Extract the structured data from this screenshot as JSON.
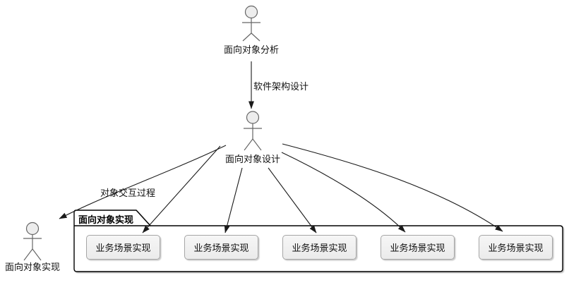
{
  "diagram_type": "uml-actor-diagram",
  "background": "#FFFFFF",
  "colors": {
    "connector": "#1A1A1A",
    "actor_stroke": "#666666",
    "actor_head_fill": "#EDEDED",
    "package_border": "#000000",
    "package_fill": "#FFFFFF",
    "box_fill": "#F1F1F1",
    "box_border": "#A6A6A6",
    "text": "#111111"
  },
  "actors": [
    {
      "id": "ooa",
      "label": "面向对象分析"
    },
    {
      "id": "ood",
      "label": "面向对象设计"
    },
    {
      "id": "ooi",
      "label": "面向对象实现"
    }
  ],
  "edges": [
    {
      "from": "面向对象分析",
      "to": "面向对象设计",
      "label": "软件架构设计"
    },
    {
      "from": "面向对象设计",
      "to": "面向对象实现",
      "label": "对象交互过程"
    },
    {
      "from": "面向对象设计",
      "to": "业务场景实现-1",
      "label": ""
    },
    {
      "from": "面向对象设计",
      "to": "业务场景实现-2",
      "label": ""
    },
    {
      "from": "面向对象设计",
      "to": "业务场景实现-3",
      "label": ""
    },
    {
      "from": "面向对象设计",
      "to": "业务场景实现-4",
      "label": ""
    },
    {
      "from": "面向对象设计",
      "to": "业务场景实现-5",
      "label": ""
    }
  ],
  "package": {
    "title": "面向对象实现",
    "boxes": [
      {
        "label": "业务场景实现"
      },
      {
        "label": "业务场景实现"
      },
      {
        "label": "业务场景实现"
      },
      {
        "label": "业务场景实现"
      },
      {
        "label": "业务场景实现"
      }
    ]
  }
}
